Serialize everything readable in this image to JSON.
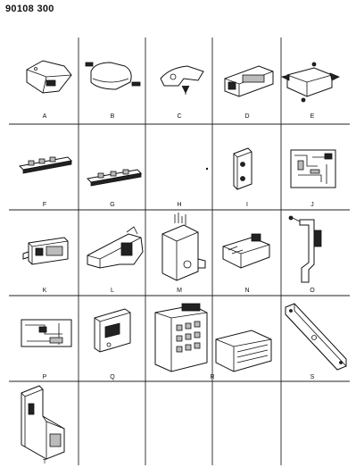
{
  "header": {
    "doc_number": "90108 300"
  },
  "parts": [
    {
      "id": "A",
      "label": "A"
    },
    {
      "id": "B",
      "label": "B"
    },
    {
      "id": "C",
      "label": "C"
    },
    {
      "id": "D",
      "label": "D"
    },
    {
      "id": "E",
      "label": "E"
    },
    {
      "id": "F",
      "label": "F"
    },
    {
      "id": "G",
      "label": "G"
    },
    {
      "id": "H",
      "label": "H"
    },
    {
      "id": "I",
      "label": "I"
    },
    {
      "id": "J",
      "label": "J"
    },
    {
      "id": "K",
      "label": "K"
    },
    {
      "id": "L",
      "label": "L"
    },
    {
      "id": "M",
      "label": "M"
    },
    {
      "id": "N",
      "label": "N"
    },
    {
      "id": "O",
      "label": "O"
    },
    {
      "id": "P",
      "label": "P"
    },
    {
      "id": "Q",
      "label": "Q"
    },
    {
      "id": "R",
      "label": "R"
    },
    {
      "id": "S",
      "label": "S"
    },
    {
      "id": "T",
      "label": "T"
    }
  ]
}
